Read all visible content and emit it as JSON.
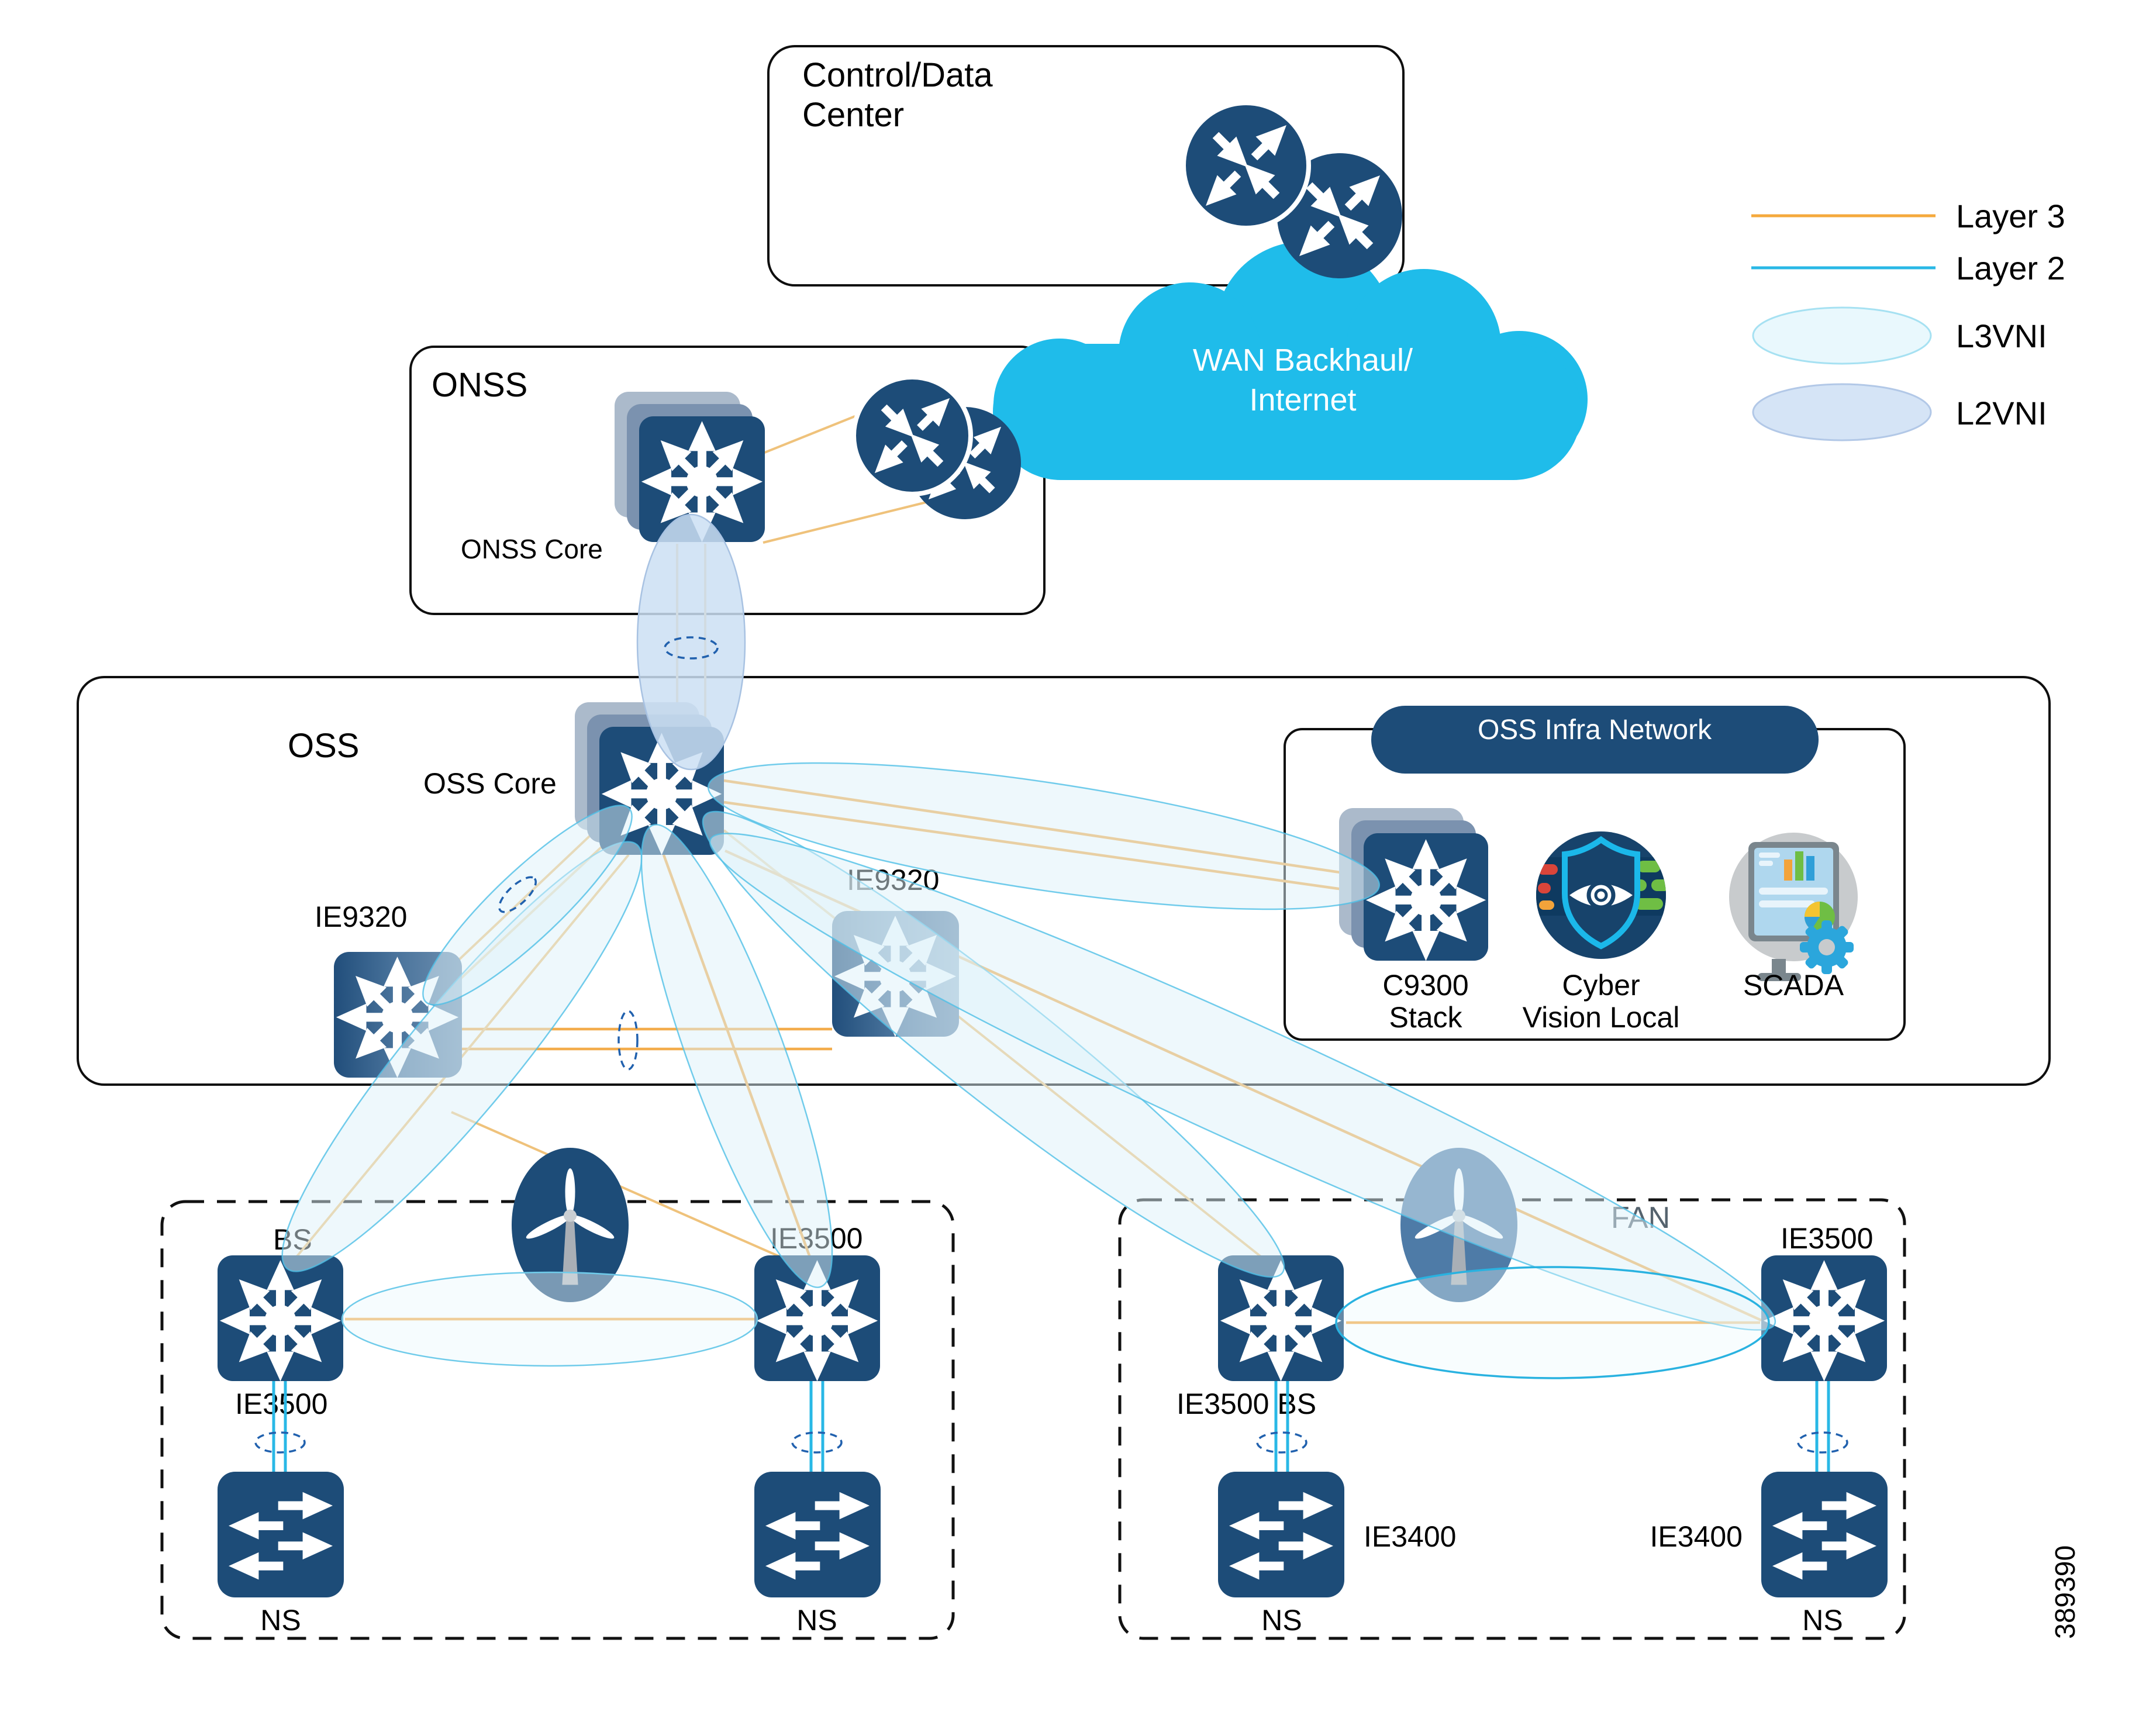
{
  "figure_number": "389390",
  "colors": {
    "navy": "#1D4C78",
    "stack_mid": "#7B92AF",
    "stack_back": "#ABBACB",
    "cloud_cyan": "#1FBCEA",
    "layer3_orange": "#F5A93C",
    "layer2_cyan": "#29B8E6",
    "l3vni_fill": "#E9F8FD",
    "l3vni_stroke": "#A6E1F2",
    "l2vni_fill": "#D5E4F6",
    "l2vni_stroke": "#B2C8E7",
    "green": "#6FBE44",
    "scada_gray": "#C8CBCD"
  },
  "control_center": {
    "label_line1": "Control/Data",
    "label_line2": "Center"
  },
  "wan": {
    "label_line1": "WAN Backhaul/",
    "label_line2": "Internet"
  },
  "legend": {
    "items": [
      {
        "label": "Layer 3",
        "type": "line",
        "color": "#F5A93C"
      },
      {
        "label": "Layer 2",
        "type": "line",
        "color": "#29B8E6"
      },
      {
        "label": "L3VNI",
        "type": "ellipse",
        "fill": "#E9F8FD",
        "stroke": "#A6E1F2"
      },
      {
        "label": "L2VNI",
        "type": "ellipse",
        "fill": "#D5E4F6",
        "stroke": "#B2C8E7"
      }
    ]
  },
  "onss": {
    "label": "ONSS",
    "core_label": "ONSS Core"
  },
  "oss": {
    "label": "OSS",
    "core_label": "OSS Core",
    "ie9320_left_label": "IE9320",
    "ie9320_right_label": "IE9320"
  },
  "oss_infra": {
    "title": "OSS Infra Network",
    "c9300_label_line1": "C9300",
    "c9300_label_line2": "Stack",
    "cyber_vision_label_line1": "Cyber",
    "cyber_vision_label_line2": "Vision Local",
    "scada_label": "SCADA"
  },
  "fan_left": {
    "bs_label": "BS",
    "bs_model_label": "IE3500",
    "access_label": "IE3500",
    "ns_left_label": "NS",
    "ns_right_label": "NS"
  },
  "fan_right": {
    "area_label": "FAN",
    "bs_label": "IE3500  BS",
    "access_label": "IE3500",
    "ie3400_left_label": "IE3400",
    "ie3400_right_label": "IE3400",
    "ns_left_label": "NS",
    "ns_right_label": "NS"
  }
}
